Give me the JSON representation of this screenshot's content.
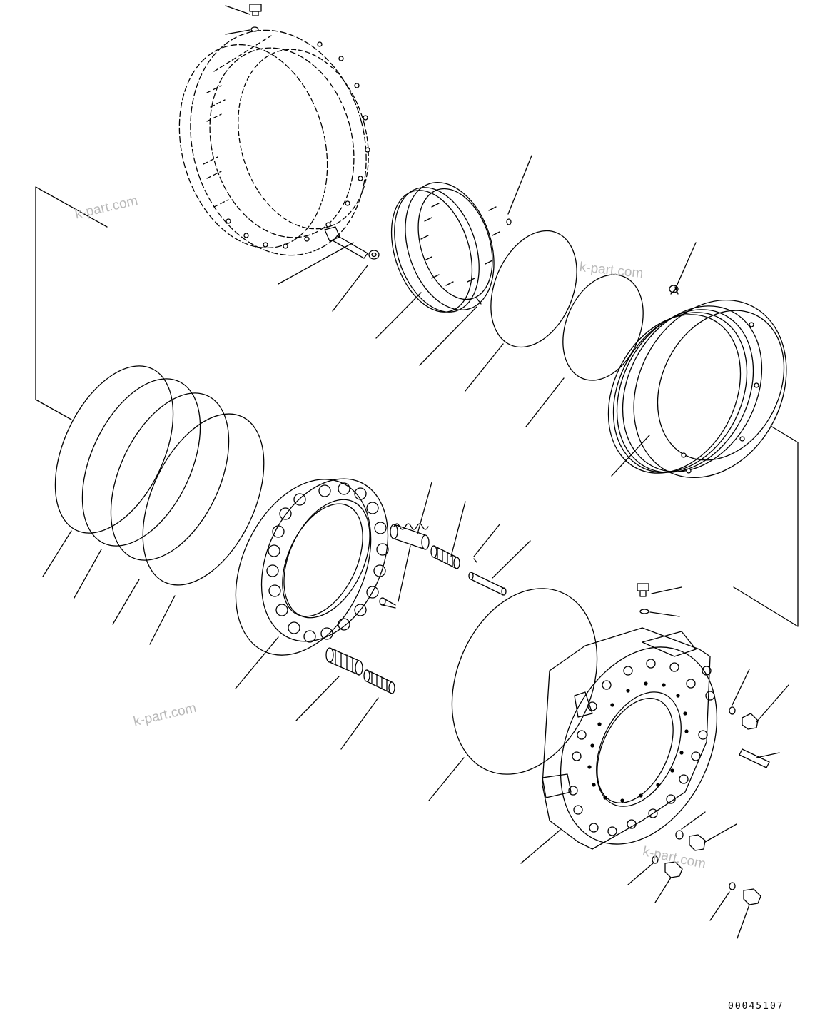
{
  "diagram": {
    "reference_number": "00045107",
    "watermarks": [
      "k-part.com",
      "k-part.com",
      "k-part.com",
      "k-part.com"
    ]
  }
}
